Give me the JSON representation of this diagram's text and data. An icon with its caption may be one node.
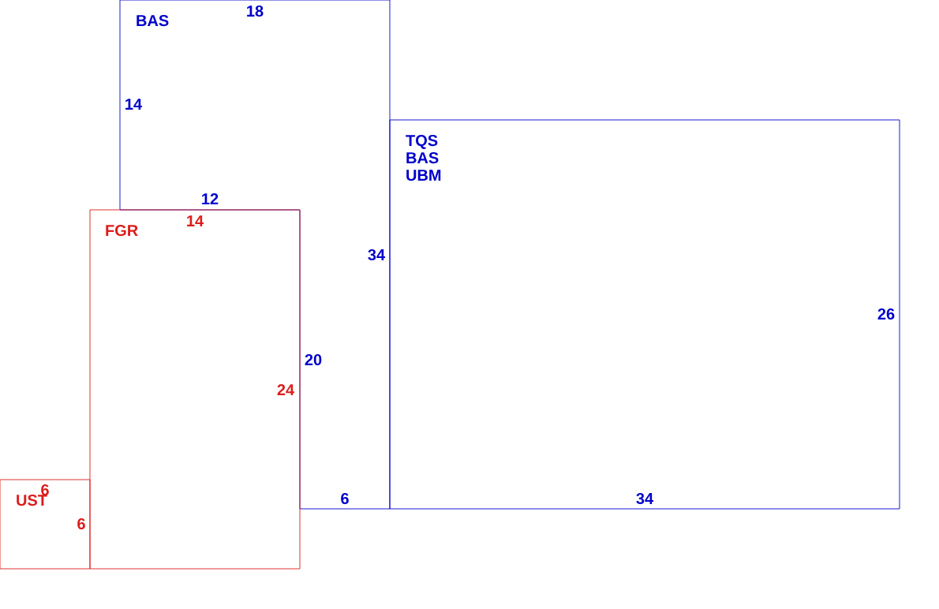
{
  "diagram": {
    "nodes": [
      {
        "text": [
          "BAS"
        ]
      },
      {
        "text": [
          "TQS",
          "BAS",
          "UBM"
        ]
      },
      {
        "text": [
          "FGR"
        ]
      },
      {
        "text": [
          "UST"
        ]
      }
    ],
    "labels": [
      "18",
      "14",
      "12",
      "14",
      "34",
      "26",
      "20",
      "24",
      "6",
      "6",
      "34",
      "6"
    ]
  }
}
